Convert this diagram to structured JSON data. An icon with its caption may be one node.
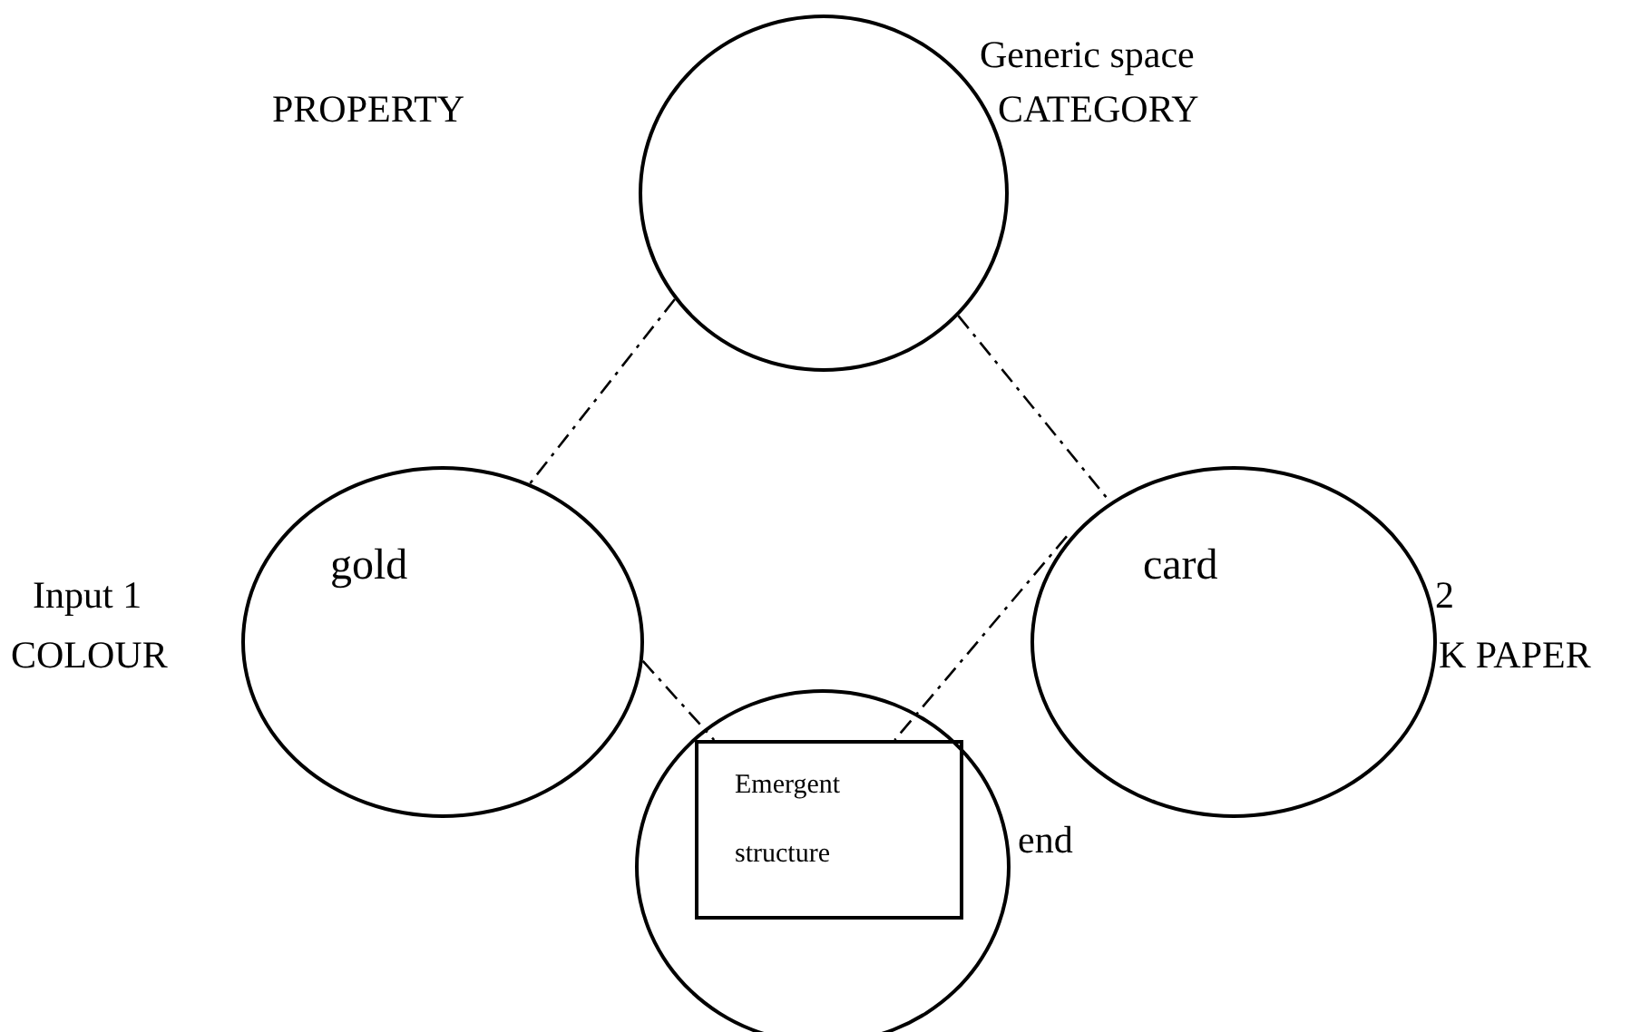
{
  "diagram": {
    "nodes": [
      {
        "text": [],
        "shape": "circle"
      },
      {
        "text": [
          "gold"
        ]
      },
      {
        "text": [
          "card"
        ]
      },
      {
        "text": [],
        "shape": "circle"
      },
      {
        "text": [
          "Emergent structure"
        ],
        "in": 3
      }
    ],
    "edges": [
      {
        "from": 0,
        "to": 1,
        "arrow": "none"
      },
      {
        "from": 0,
        "to": 2,
        "arrow": "none"
      },
      {
        "from": 1,
        "to": 4,
        "arrow": "none"
      },
      {
        "from": 2,
        "to": 4,
        "arrow": "none"
      }
    ],
    "labels": [
      "Generic space",
      "PROPERTY",
      "CATEGORY",
      "Input 1",
      "COLOUR",
      "2",
      "K PAPER",
      "end"
    ]
  }
}
